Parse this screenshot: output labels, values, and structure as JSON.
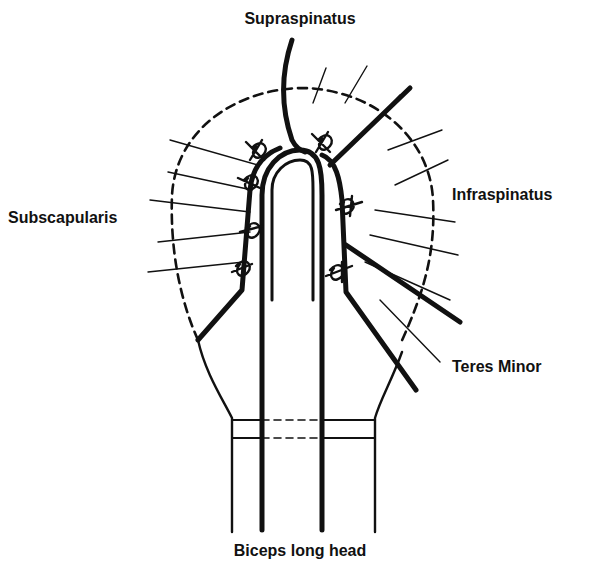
{
  "diagram": {
    "labels": [
      "Supraspinatus",
      "Infraspinatus",
      "Subscapularis",
      "Teres Minor",
      "Biceps long head"
    ]
  }
}
